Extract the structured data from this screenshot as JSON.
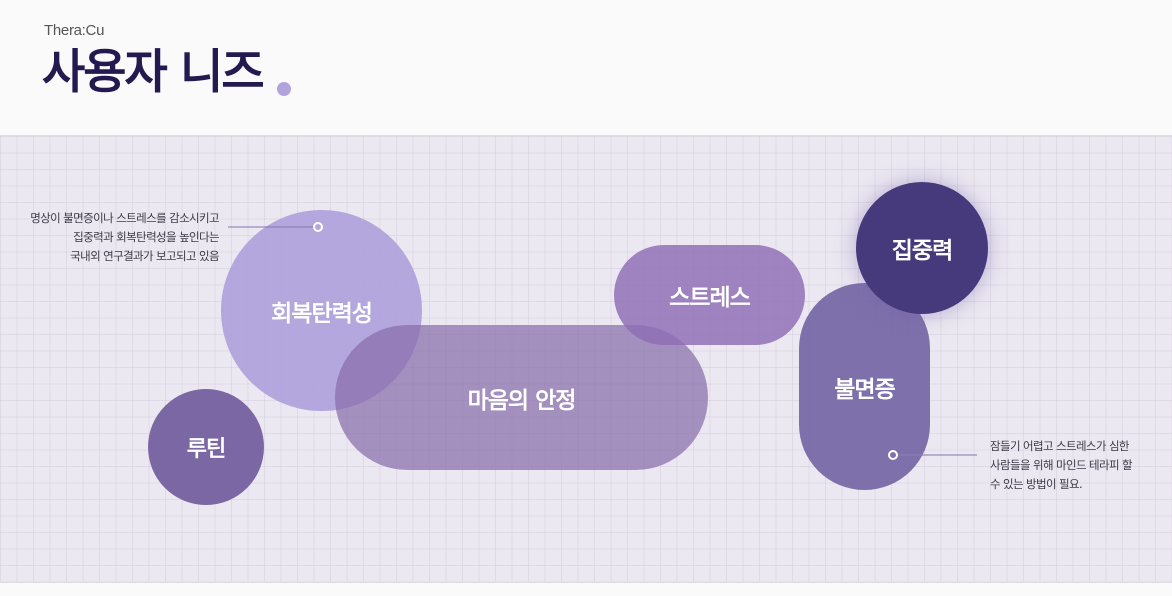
{
  "header": {
    "brand": "Thera:Cu",
    "title": "사용자 니즈",
    "dot_color": "#b3a3dc",
    "title_color": "#241a50"
  },
  "bubbles": [
    {
      "id": "resilience",
      "label": "회복탄력성",
      "color": "rgba(170,155,218,0.85)",
      "shape": "circle"
    },
    {
      "id": "routine",
      "label": "루틴",
      "color": "#7a67a3",
      "shape": "circle"
    },
    {
      "id": "peace-of-mind",
      "label": "마음의 안정",
      "color": "rgba(136,110,170,0.72)",
      "shape": "pill"
    },
    {
      "id": "stress",
      "label": "스트레스",
      "color": "rgba(140,108,180,0.82)",
      "shape": "pill"
    },
    {
      "id": "insomnia",
      "label": "불면증",
      "color": "rgba(110,96,160,0.88)",
      "shape": "pill"
    },
    {
      "id": "focus",
      "label": "집중력",
      "color": "#473a7c",
      "shape": "circle"
    }
  ],
  "notes": {
    "left": {
      "lines": [
        "명상이 불면증이나 스트레스를 감소시키고",
        "집중력과 회복탄력성을 높인다는",
        "국내외 연구결과가 보고되고 있음"
      ]
    },
    "right": {
      "lines": [
        "잠들기 어렵고 스트레스가 심한",
        "사람들을 위해 마인드 테라피 할",
        "수 있는 방법이 필요."
      ]
    }
  },
  "connector_color": "rgba(140,125,180,0.55)"
}
